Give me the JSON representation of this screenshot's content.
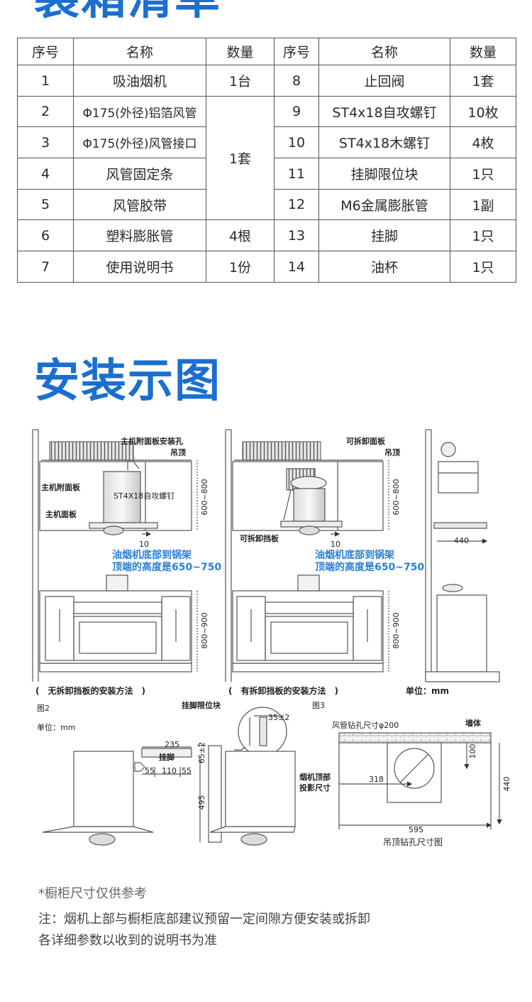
{
  "headings": {
    "top": "装箱清单",
    "install": "安装示图"
  },
  "table": {
    "headers": [
      "序号",
      "名称",
      "数量",
      "序号",
      "名称",
      "数量"
    ],
    "rows": [
      {
        "n1": "1",
        "name1": "吸油烟机",
        "qty1": "1台",
        "n2": "8",
        "name2": "止回阀",
        "qty2": "1套"
      },
      {
        "n1": "2",
        "name1": "Φ175(外径)铝箔风管",
        "qty1": "",
        "n2": "9",
        "name2": "ST4x18自攻螺钉",
        "qty2": "10枚"
      },
      {
        "n1": "3",
        "name1": "Φ175(外径)风管接口",
        "qty1": "1套",
        "n2": "10",
        "name2": "ST4x18木螺钉",
        "qty2": "4枚"
      },
      {
        "n1": "4",
        "name1": "风管固定条",
        "qty1": "",
        "n2": "11",
        "name2": "挂脚限位块",
        "qty2": "1只"
      },
      {
        "n1": "5",
        "name1": "风管胶带",
        "qty1": "",
        "n2": "12",
        "name2": "M6金属膨胀管",
        "qty2": "1副"
      },
      {
        "n1": "6",
        "name1": "塑料膨胀管",
        "qty1": "4根",
        "n2": "13",
        "name2": "挂脚",
        "qty2": "1只"
      },
      {
        "n1": "7",
        "name1": "使用说明书",
        "qty1": "1份",
        "n2": "14",
        "name2": "油杯",
        "qty2": "1只"
      }
    ]
  },
  "diagram_a": {
    "label_panel_hole": "主机附面板安装孔",
    "label_ceiling": "吊顶",
    "label_attach_panel": "主机附面板",
    "label_screw": "ST4X18自攻螺钉",
    "label_main_panel": "主机面板",
    "dim_600_800": "600~800",
    "dim_10": "10",
    "height_line1": "油烟机底部到锅架",
    "height_line2": "顶端的高度是650~750",
    "dim_800_900": "800~900",
    "caption": "(　无拆卸挡板的安装方法　)"
  },
  "diagram_b": {
    "label_removable_panel": "可拆卸面板",
    "label_ceiling": "吊顶",
    "label_baffle": "可拆卸挡板",
    "dim_600_800": "600~800",
    "dim_10": "10",
    "height_line1": "油烟机底部到锅架",
    "height_line2": "顶端的高度是650~750",
    "dim_800_900": "800~900",
    "caption": "(　有拆卸挡板的安装方法　)"
  },
  "diagram_c": {
    "dim_440": "440",
    "unit": "单位：mm"
  },
  "fig2": {
    "label": "图2",
    "unit": "单位：mm",
    "limit_block": "挂脚限位块",
    "dim_35": "35±2",
    "dim_235": "235",
    "hook": "挂脚",
    "dim_55a": "55",
    "dim_110": "110",
    "dim_55b": "55",
    "dim_65": "65±2",
    "dim_495": "495"
  },
  "fig3": {
    "label": "图3",
    "duct_hole": "风管钻孔尺寸φ200",
    "wall": "墙体",
    "dim_100": "100",
    "proj1": "烟机顶部",
    "proj2": "投影尺寸",
    "dim_318": "318",
    "dim_440": "440",
    "dim_595": "595",
    "caption": "吊顶钻孔尺寸图"
  },
  "notes": {
    "ref": "*橱柜尺寸仅供参考",
    "line1": "注：烟机上部与橱柜底部建议预留一定间隙方便安装或拆卸",
    "line2": "各详细参数以收到的说明书为准"
  },
  "colors": {
    "heading": "#1a6fd0",
    "blue_text": "#2a7fd4",
    "line": "#555555"
  }
}
